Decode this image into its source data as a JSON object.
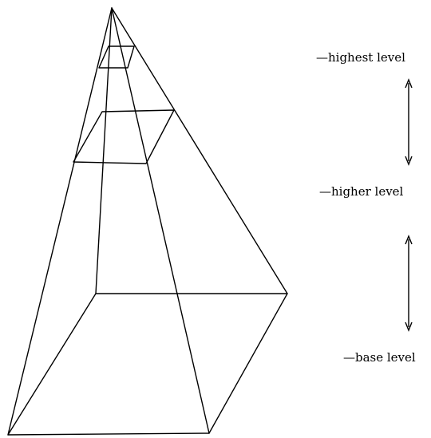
{
  "labels": {
    "highest": "—highest level",
    "higher": "—higher level",
    "base": "—base level"
  }
}
